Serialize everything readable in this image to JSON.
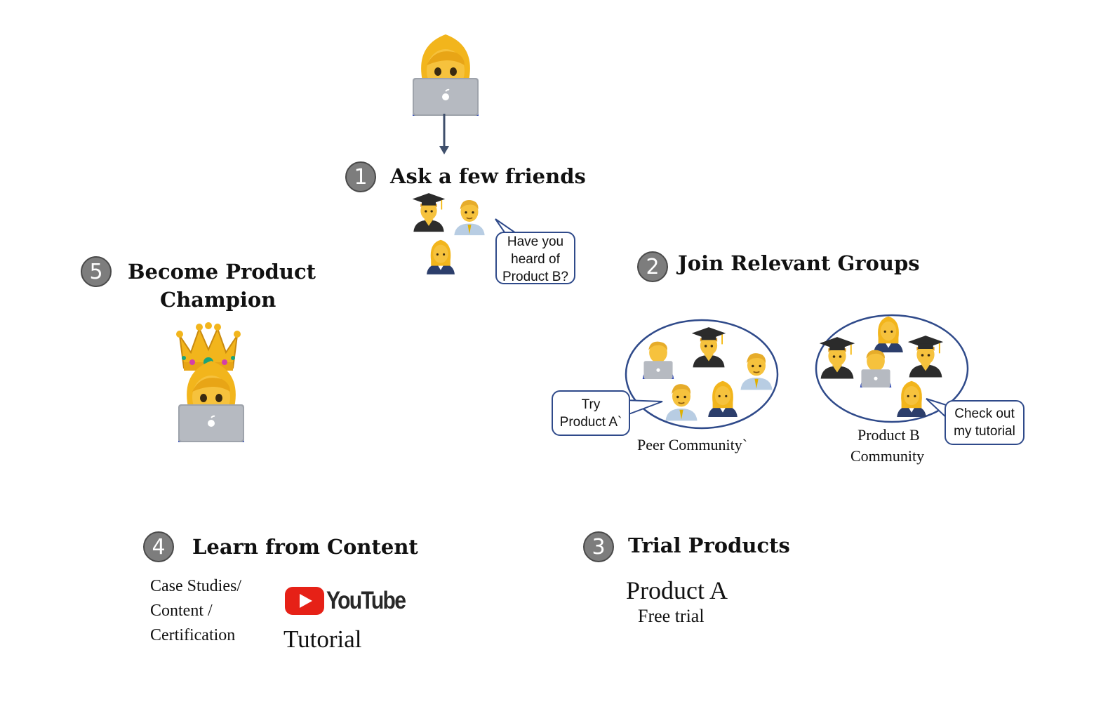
{
  "steps": [
    {
      "number": "1",
      "title": "Ask a few friends",
      "speech": [
        "Have you",
        "heard of",
        "Product B?"
      ]
    },
    {
      "number": "2",
      "title": "Join Relevant Groups",
      "group1": {
        "caption": "Peer Community`",
        "speech": [
          "Try",
          "Product A`"
        ]
      },
      "group2": {
        "caption": [
          "Product B",
          "Community"
        ],
        "speech": [
          "Check out",
          "my tutorial"
        ]
      }
    },
    {
      "number": "3",
      "title": "Trial Products",
      "product": "Product A",
      "product_note": "Free trial"
    },
    {
      "number": "4",
      "title": "Learn from Content",
      "content_types": [
        "Case Studies/",
        "Content /",
        "Certification"
      ],
      "brand": "YouTube",
      "tutorial": "Tutorial"
    },
    {
      "number": "5",
      "title": [
        "Become Product",
        "Champion"
      ]
    }
  ],
  "colors": {
    "step_circle": "#7d7d7d",
    "bubble_border": "#2f4a8a",
    "arrow": "#3f4f6b",
    "youtube_red": "#e62117"
  },
  "icons": [
    "woman-technologist-icon",
    "graduate-icon",
    "office-worker-icon",
    "crown-icon",
    "apple-logo-icon",
    "youtube-play-icon"
  ]
}
